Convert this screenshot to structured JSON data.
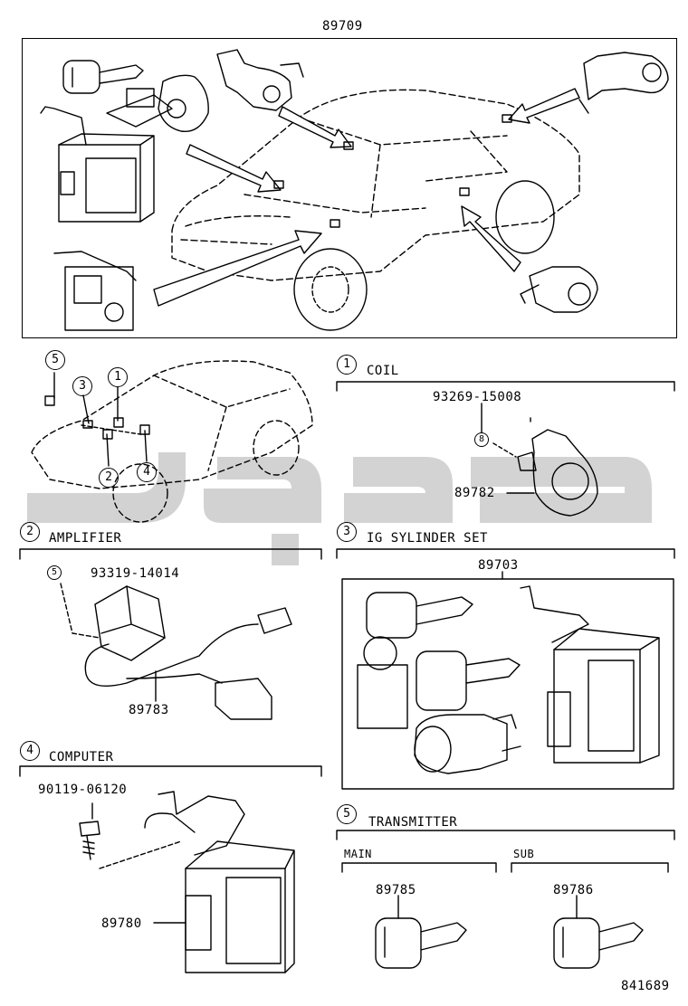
{
  "diagram": {
    "top_part_number": "89709",
    "footer_code": "841689",
    "overview_callouts": [
      "5",
      "3",
      "1",
      "2",
      "4"
    ],
    "sections": {
      "coil": {
        "index": "1",
        "title": "COIL",
        "bolt_part": "93269-15008",
        "bolt_callout": "8",
        "part_number": "89782"
      },
      "amplifier": {
        "index": "2",
        "title": "AMPLIFIER",
        "screw_part": "93319-14014",
        "screw_callout": "5",
        "part_number": "89783"
      },
      "ig_cylinder": {
        "index": "3",
        "title": "IG SYLINDER SET",
        "part_number": "89703"
      },
      "computer": {
        "index": "4",
        "title": "COMPUTER",
        "bolt_part": "90119-06120",
        "part_number": "89780"
      },
      "transmitter": {
        "index": "5",
        "title": "TRANSMITTER",
        "main_label": "MAIN",
        "sub_label": "SUB",
        "main_part": "89785",
        "sub_part": "89786"
      }
    }
  }
}
